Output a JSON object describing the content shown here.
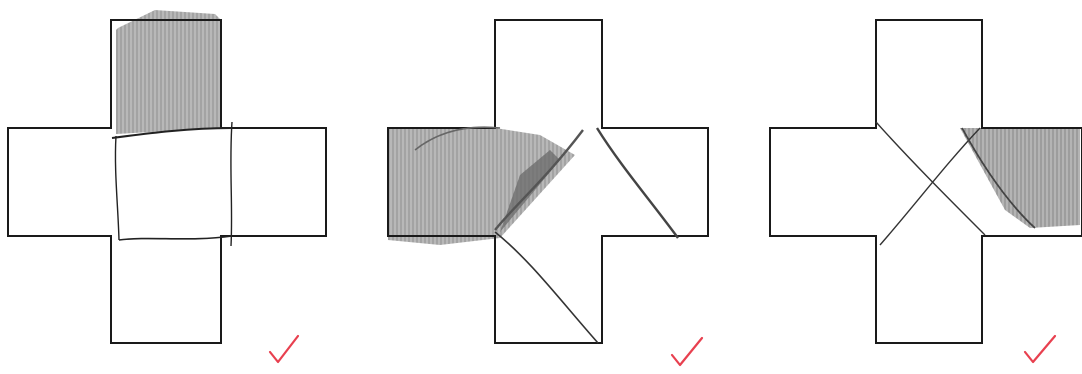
{
  "figures": [
    {
      "id": "cross-1",
      "shading": "top-arm",
      "lines": "horizontal-band",
      "marked_correct": true
    },
    {
      "id": "cross-2",
      "shading": "left-arm-and-wedge",
      "lines": "diagonal-cuts",
      "marked_correct": true
    },
    {
      "id": "cross-3",
      "shading": "right-arm-and-wedge",
      "lines": "x-diagonals",
      "marked_correct": true
    }
  ],
  "colors": {
    "outline": "#1a1a1a",
    "shading": "#8a8a8a",
    "checkmark": "#e8404f",
    "background": "#ffffff"
  },
  "icons": [
    "checkmark-icon",
    "checkmark-icon",
    "checkmark-icon"
  ]
}
